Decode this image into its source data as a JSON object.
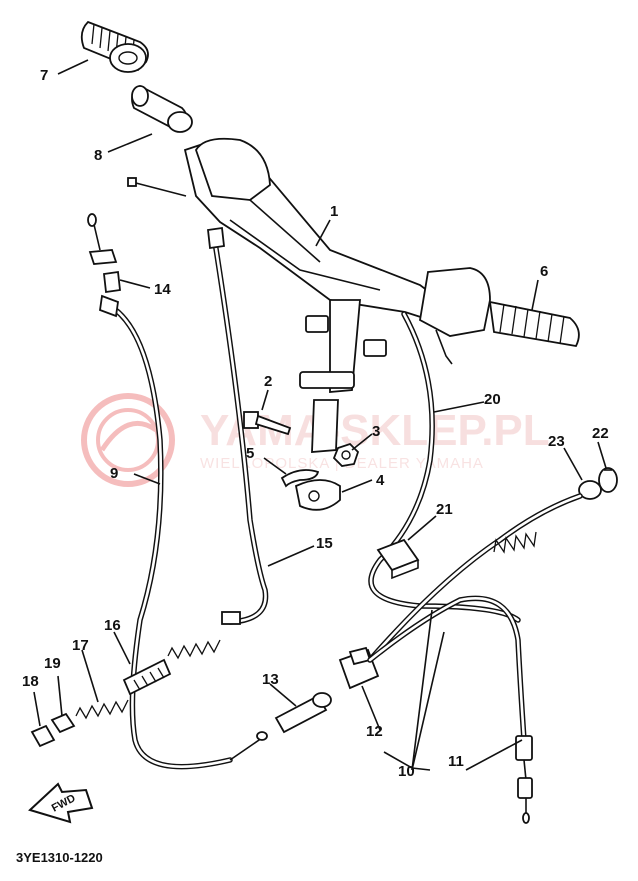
{
  "diagram": {
    "part_labels": [
      "1",
      "2",
      "3",
      "4",
      "5",
      "6",
      "7",
      "8",
      "9",
      "10",
      "11",
      "12",
      "13",
      "14",
      "15",
      "16",
      "17",
      "18",
      "19",
      "20",
      "21",
      "22",
      "23"
    ],
    "drawing_code": "3YE1310-1220",
    "fwd_label": "FWD",
    "watermark": {
      "title": "YAMA-SKLEP.PL",
      "subtitle": "WIELKOPOLSKA | DEALER YAMAHA",
      "color": "#e06060"
    }
  }
}
